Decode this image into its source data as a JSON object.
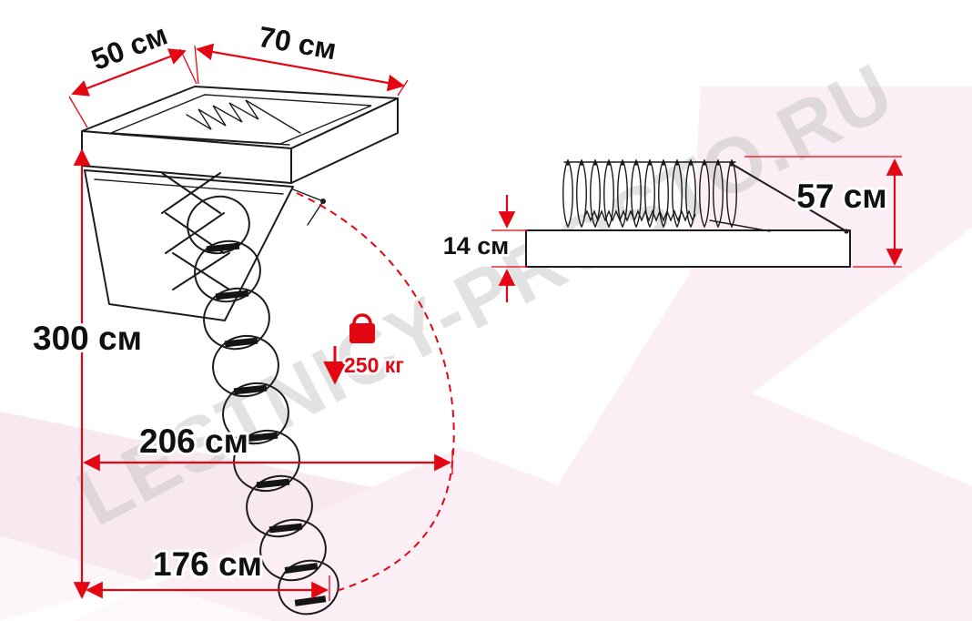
{
  "watermark": {
    "text": "LESTNICY-PROSTO.RU"
  },
  "colors": {
    "dimension_red": "#e30613",
    "drawing_black": "#1c1c1c",
    "background_pink": "#fbeef4",
    "watermark_gray": "#c4c4c4"
  },
  "icons": {
    "load_icon": "weight-icon"
  },
  "front_view": {
    "dim_depth": "50 см",
    "dim_width": "70 см",
    "dim_height": "300 см",
    "dim_reach": "206 см",
    "dim_base": "176 см",
    "load_capacity": "250 кг"
  },
  "side_view": {
    "dim_folded_height": "57 см",
    "dim_box_thickness": "14 см"
  }
}
